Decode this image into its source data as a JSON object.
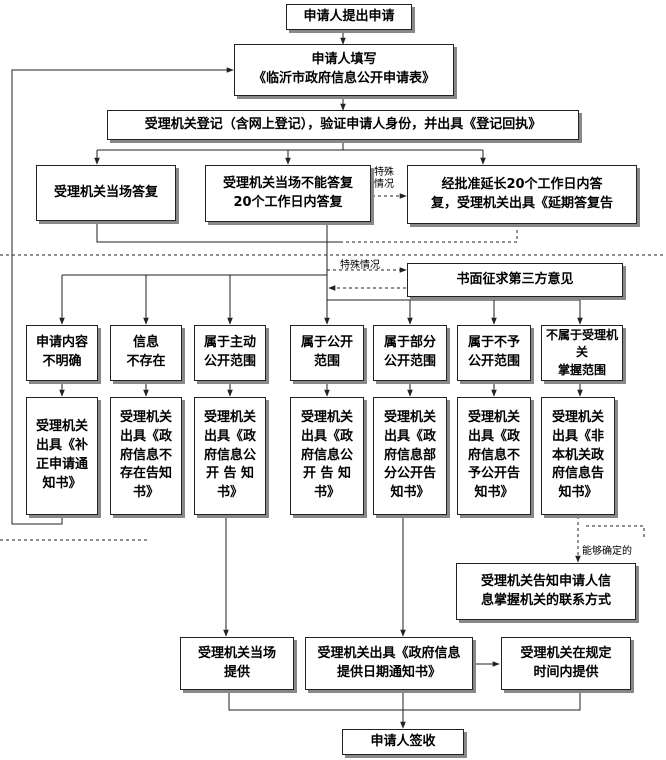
{
  "nodes": {
    "apply": "申请人提出申请",
    "fill_form": "申请人填写\n《临沂市政府信息公开申请表》",
    "register": "受理机关登记（含网上登记），验证申请人身份，并出具《登记回执》",
    "reply_on_spot": "受理机关当场答复",
    "reply_in_20_days": "受理机关当场不能答复\n20个工作日内答复",
    "extend": "经批准延长20个工作日内答\n复，受理机关出具《延期答复告",
    "third_party": "书面征求第三方意见",
    "unclear": "申请内容\n不明确",
    "not_exist": "信息\n不存在",
    "active_scope": "属于主动\n公开范围",
    "public_scope": "属于公开\n范围",
    "partial_scope": "属于部分\n公开范围",
    "non_public_scope": "属于不予\n公开范围",
    "not_this_agency": "不属于受理机关\n掌握范围",
    "notice_correction": "受理机关\n出具《补\n正申请通\n知书》",
    "notice_not_exist": "受理机关\n出具《政\n府信息不\n存在告知\n书》",
    "notice_public_active": "受理机关\n出具《政\n府信息公\n开 告 知\n书》",
    "notice_public": "受理机关\n出具《政\n府信息公\n开 告 知\n书》",
    "notice_partial": "受理机关\n出具《政\n府信息部\n分公开告\n知书》",
    "notice_non_public": "受理机关\n出具《政\n府信息不\n予公开告\n知书》",
    "notice_not_this": "受理机关\n出具《非\n本机关政\n府信息告\n知书》",
    "contact_info": "受理机关告知申请人信\n息掌握机关的联系方式",
    "provide_on_spot": "受理机关当场\n提供",
    "notice_date": "受理机关出具《政府信息\n提供日期通知书》",
    "provide_in_time": "受理机关在规定\n时间内提供",
    "sign_receipt": "申请人签收"
  },
  "labels": {
    "special_case_1": "特殊\n情况",
    "special_case_2": "特殊情况",
    "can_determine": "能够确定的"
  }
}
